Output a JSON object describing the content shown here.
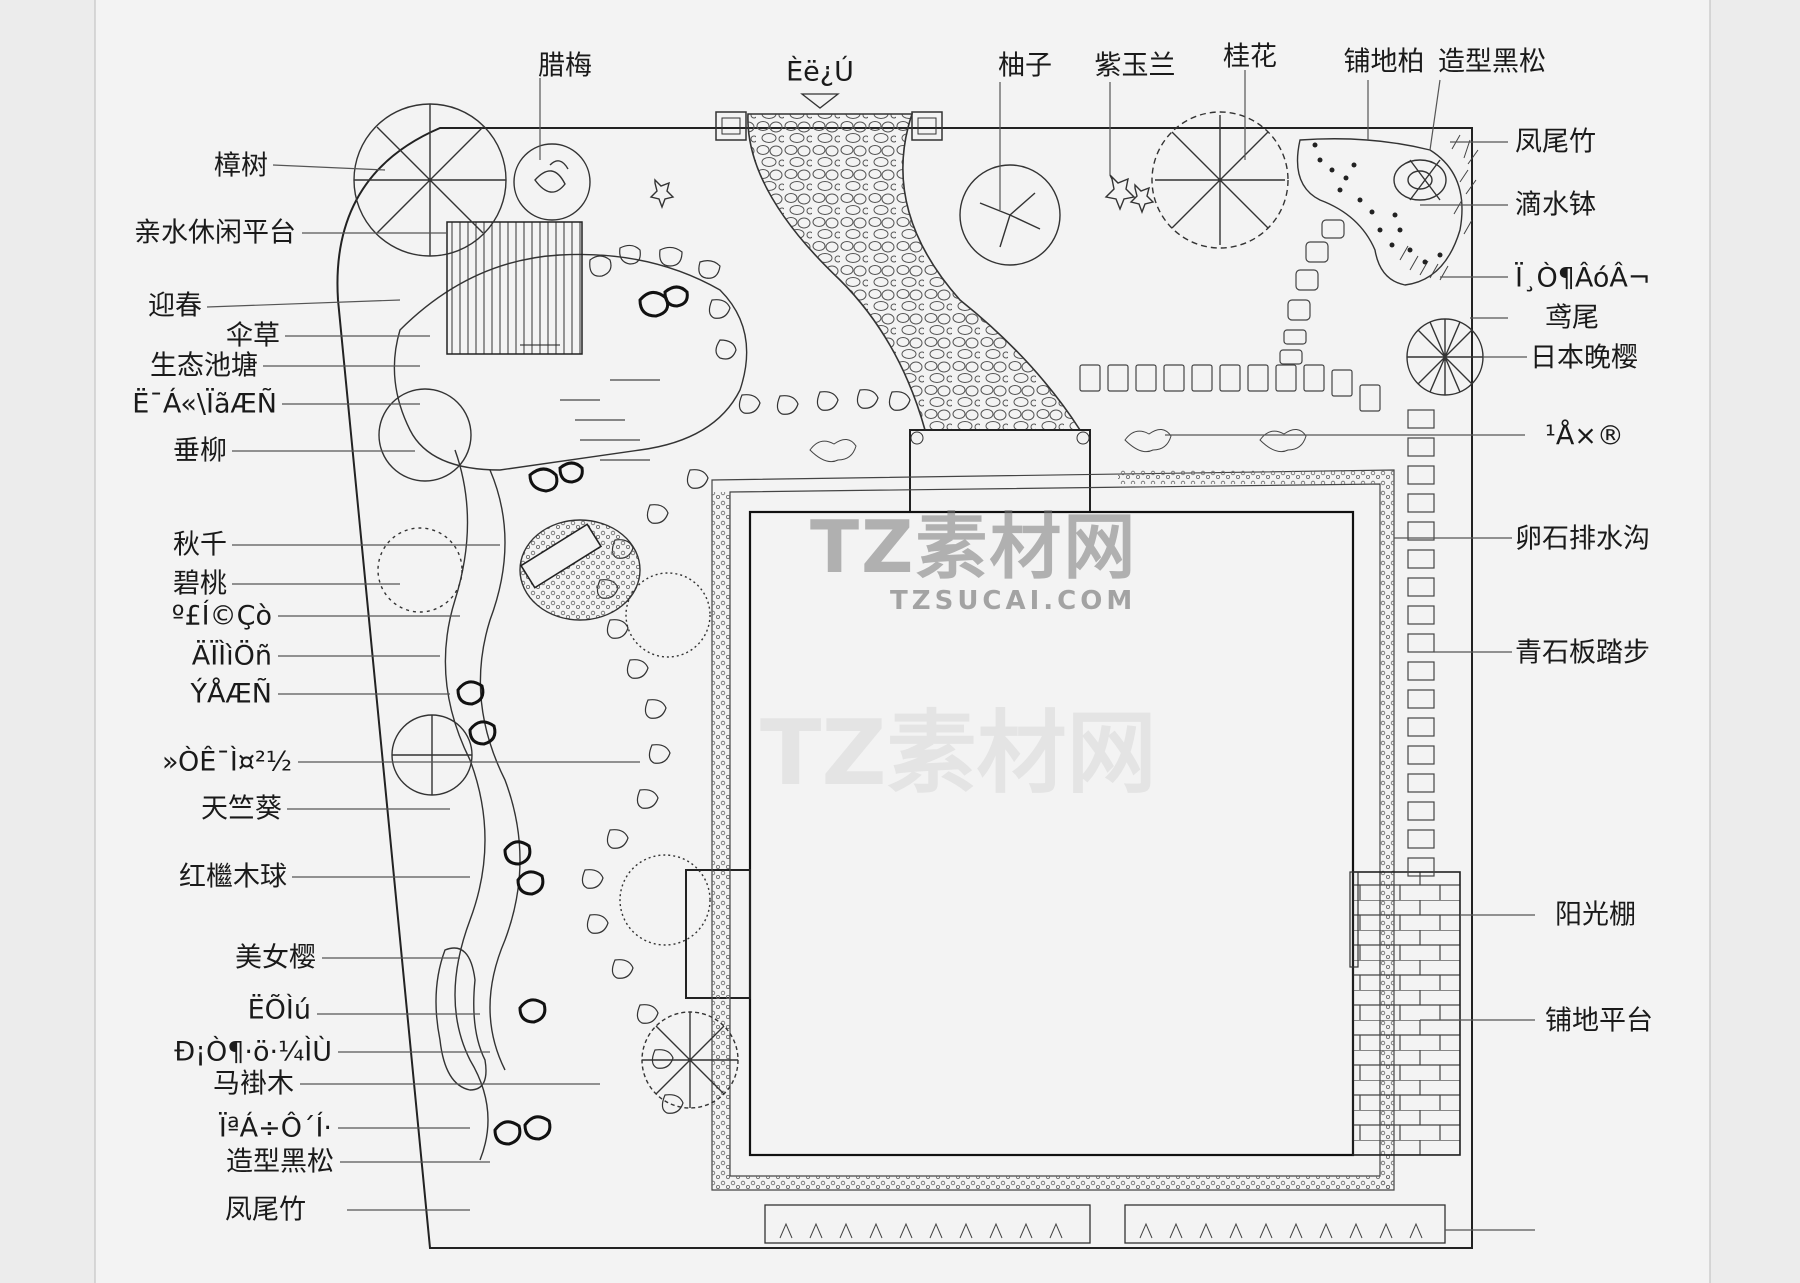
{
  "diagram": {
    "labels_top": [
      {
        "id": "lamei",
        "text": "腊梅"
      },
      {
        "id": "entrance",
        "text": "Èë¿Ú"
      },
      {
        "id": "youzi",
        "text": "柚子"
      },
      {
        "id": "ziyulan",
        "text": "紫玉兰"
      },
      {
        "id": "guihua",
        "text": "桂花"
      },
      {
        "id": "pudibai",
        "text": "铺地柏"
      },
      {
        "id": "heisong-top",
        "text": "造型黑松"
      }
    ],
    "labels_left": [
      {
        "id": "zhangshu",
        "text": "樟树"
      },
      {
        "id": "qinshui",
        "text": "亲水休闲平台"
      },
      {
        "id": "yingchun",
        "text": "迎春"
      },
      {
        "id": "sancao",
        "text": "伞草"
      },
      {
        "id": "chitang",
        "text": "生态池塘"
      },
      {
        "id": "garbled-1",
        "text": "Ë¯Á«\\ÏãÆÑ"
      },
      {
        "id": "chuiliu",
        "text": "垂柳"
      },
      {
        "id": "qiuqian",
        "text": "秋千"
      },
      {
        "id": "bitao",
        "text": "碧桃"
      },
      {
        "id": "garbled-2",
        "text": "º£Í©Çò"
      },
      {
        "id": "garbled-3",
        "text": "ÄÏÌìÖñ"
      },
      {
        "id": "garbled-4",
        "text": "ÝÅÆÑ"
      },
      {
        "id": "garbled-5",
        "text": "»ÒÊ¯Ì¤²½"
      },
      {
        "id": "tianzhukui",
        "text": "天竺葵"
      },
      {
        "id": "hongjimu",
        "text": "红檵木球"
      },
      {
        "id": "meinvying",
        "text": "美女樱"
      },
      {
        "id": "garbled-6",
        "text": "ËÕÌú"
      },
      {
        "id": "garbled-7",
        "text": "Ð¡Ò¶·ö·¼ÌÙ"
      },
      {
        "id": "majiemu",
        "text": "马褂木"
      },
      {
        "id": "garbled-8",
        "text": "ÏªÁ÷Ô´Í·"
      },
      {
        "id": "heisong-left",
        "text": "造型黑松"
      },
      {
        "id": "fengweizhu-left",
        "text": "凤尾竹"
      }
    ],
    "labels_right": [
      {
        "id": "fengweizhu-right",
        "text": "凤尾竹"
      },
      {
        "id": "dishuibo",
        "text": "滴水钵"
      },
      {
        "id": "garbled-9",
        "text": "Ï¸Ò¶ÂóÂ¬"
      },
      {
        "id": "yuanwei",
        "text": "鸢尾"
      },
      {
        "id": "wanying",
        "text": "日本晚樱"
      },
      {
        "id": "garbled-10",
        "text": "¹Å×®"
      },
      {
        "id": "paishuigou",
        "text": "卵石排水沟"
      },
      {
        "id": "tabu",
        "text": "青石板踏步"
      },
      {
        "id": "yangguangpeng",
        "text": "阳光棚"
      },
      {
        "id": "pudipingtai",
        "text": "铺地平台"
      }
    ]
  },
  "watermark": {
    "main": "TZ素材网",
    "sub": "TZSUCAI.COM",
    "ghost": "TZ素材网"
  }
}
